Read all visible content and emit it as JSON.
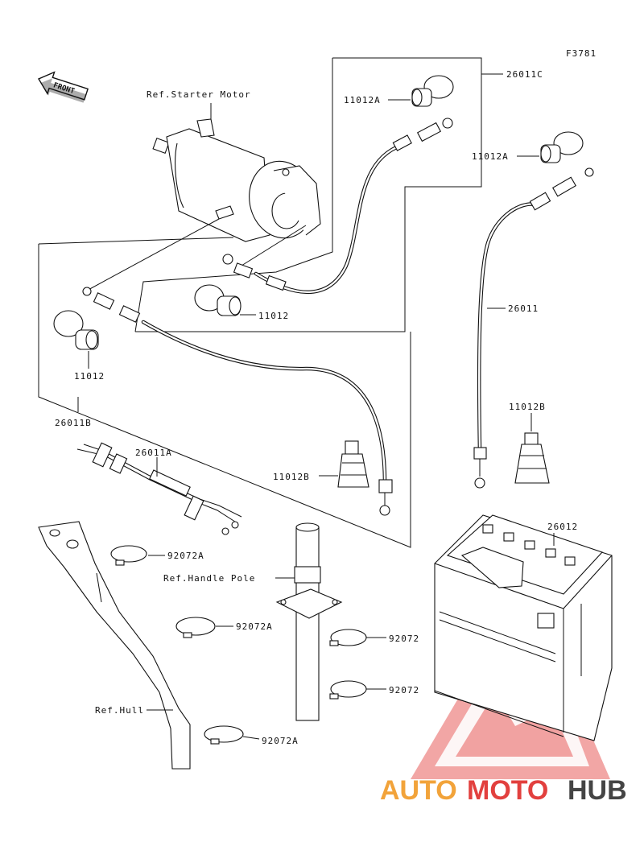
{
  "diagram": {
    "code": "F3781",
    "front_label": "FRONT",
    "labels": {
      "starter_motor": "Ref.Starter Motor",
      "handle_pole": "Ref.Handle Pole",
      "hull": "Ref.Hull",
      "p26011C": "26011C",
      "p26011B": "26011B",
      "p26011A": "26011A",
      "p26011": "26011",
      "p26012": "26012",
      "p11012A_1": "11012A",
      "p11012A_2": "11012A",
      "p11012_1": "11012",
      "p11012_2": "11012",
      "p11012B_1": "11012B",
      "p11012B_2": "11012B",
      "p92072A_1": "92072A",
      "p92072A_2": "92072A",
      "p92072A_3": "92072A",
      "p92072_1": "92072",
      "p92072_2": "92072"
    }
  },
  "watermark": {
    "part1": "AUTO",
    "part2": "MOTO",
    "part3": "HUB",
    "colors": {
      "orange": "#f2a33a",
      "red": "#e2403e",
      "gray": "#444444"
    }
  }
}
